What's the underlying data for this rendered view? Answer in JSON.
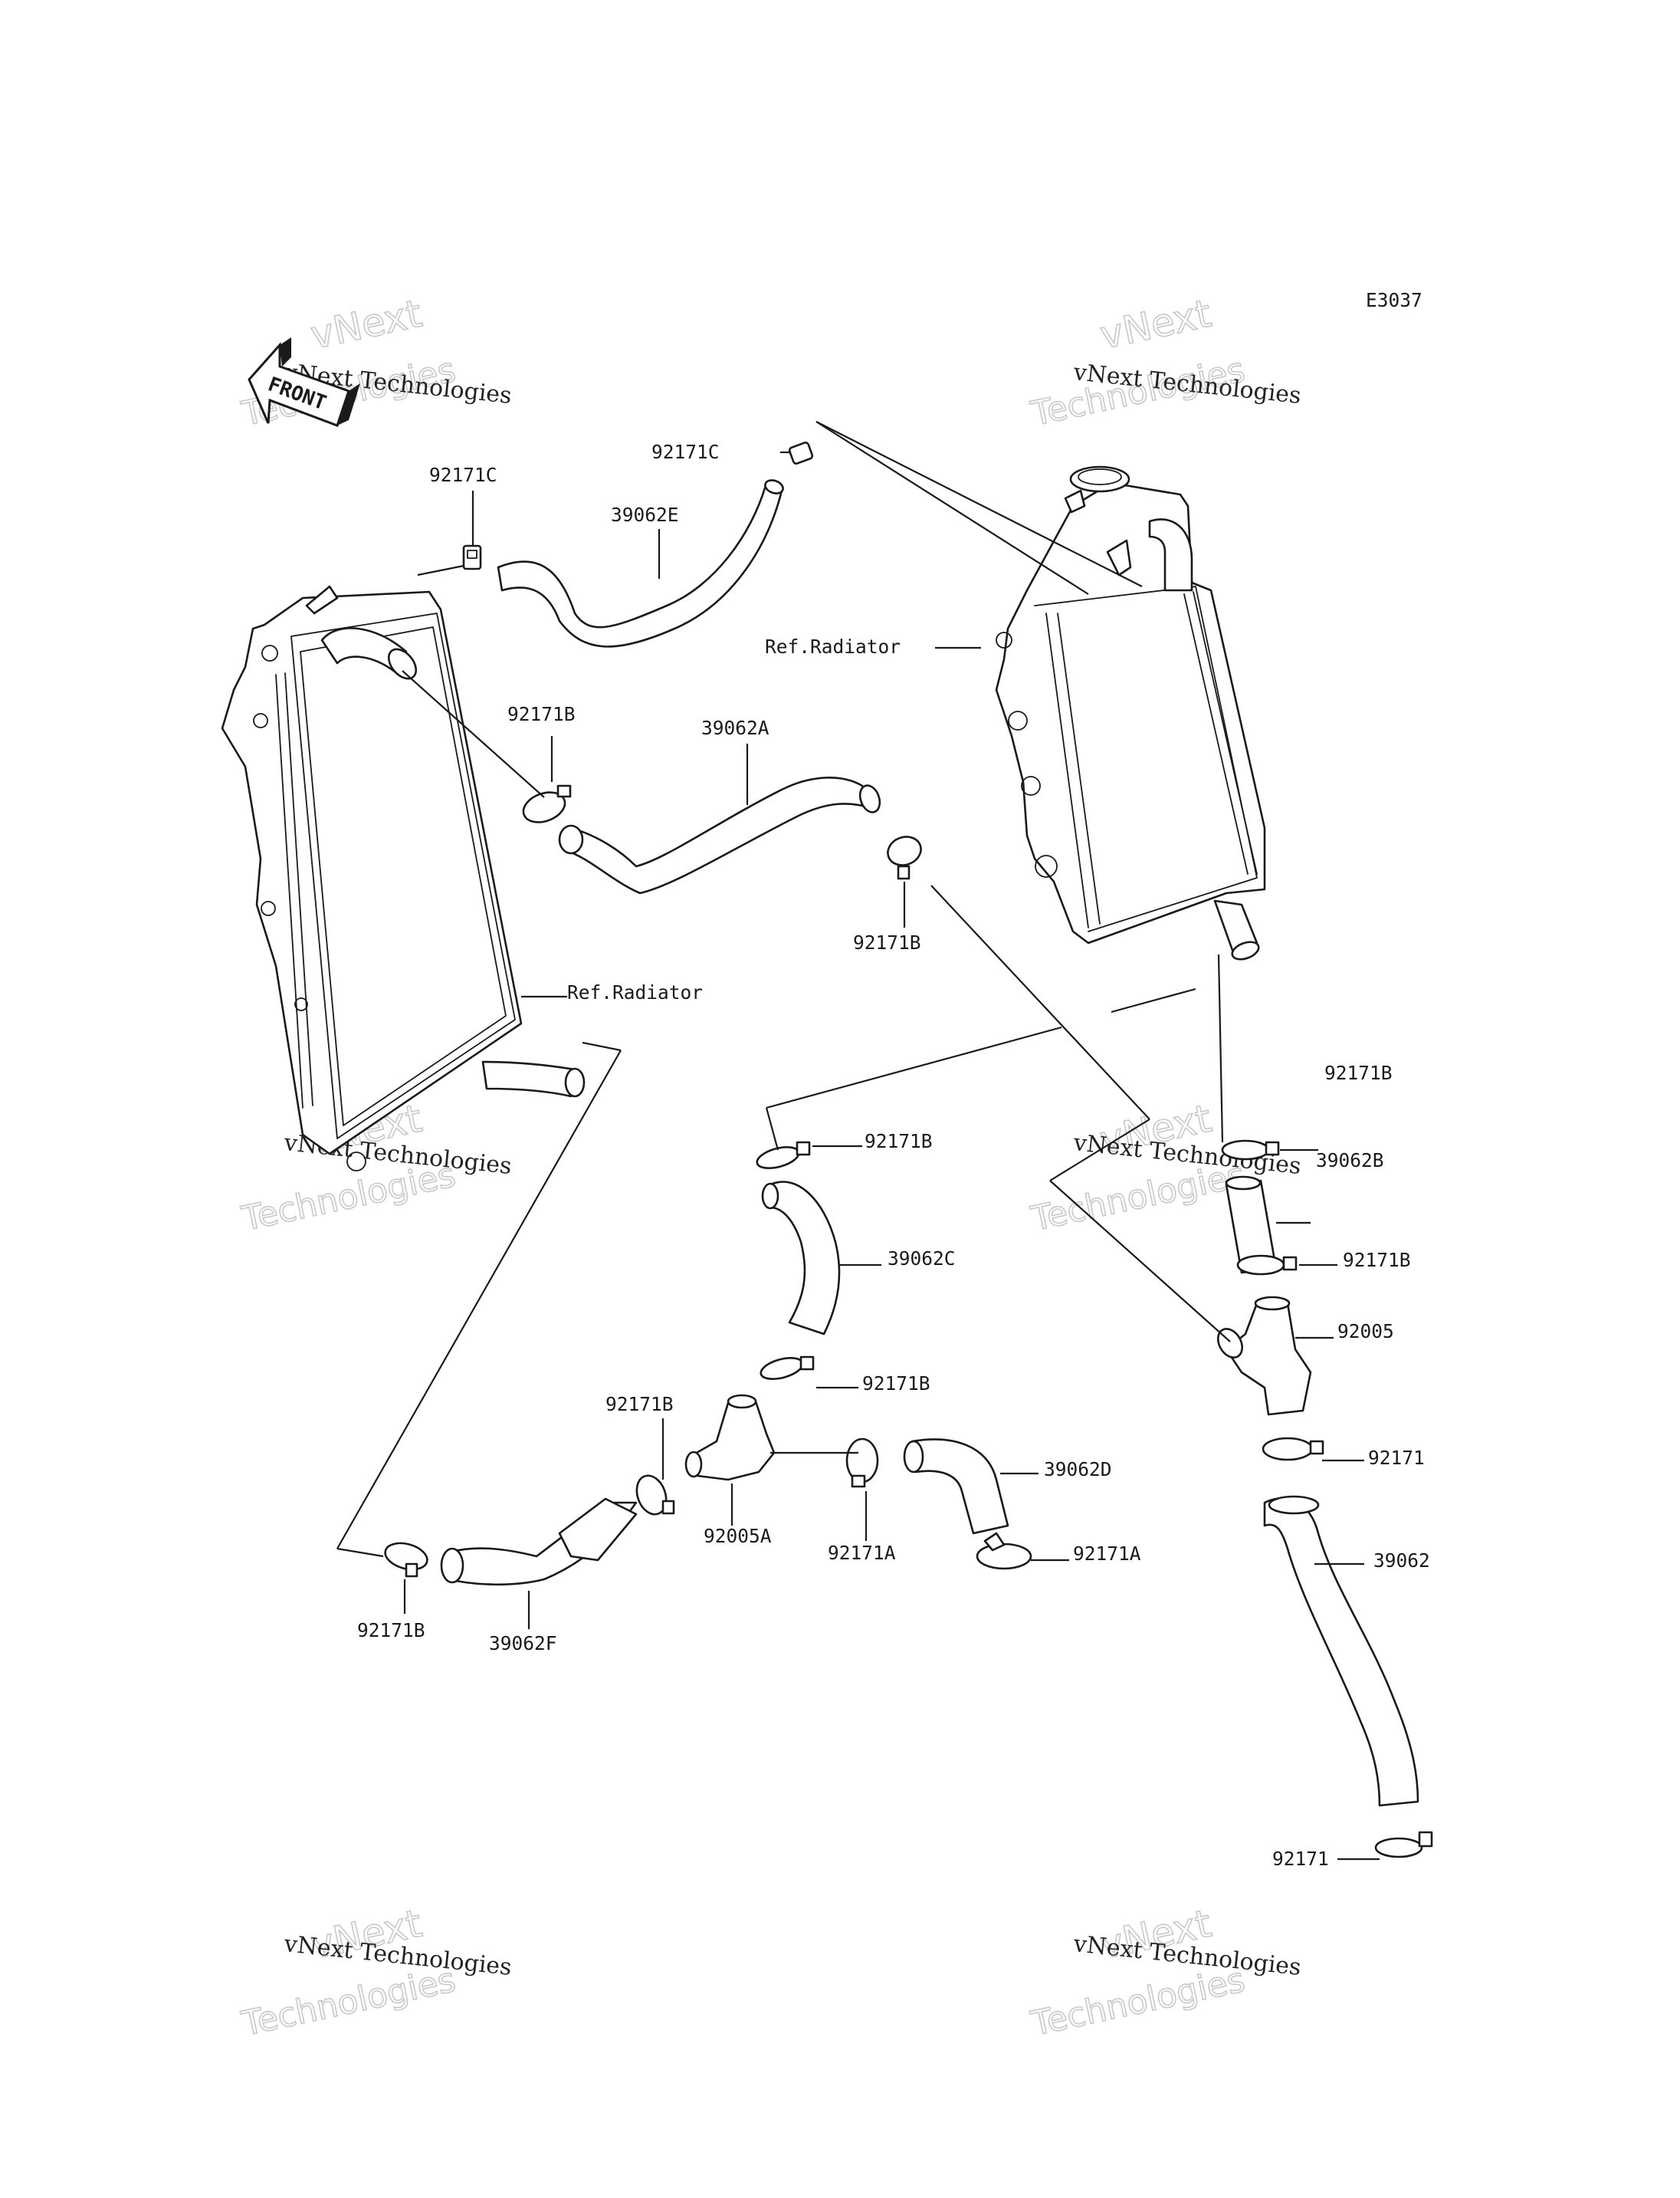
{
  "diagram_code": "E3037",
  "front_label": "FRONT",
  "watermark": {
    "line1": "vNext Technologies",
    "line2": "vNext",
    "line3": "Technologies"
  },
  "labels": {
    "p92171C_top_left": "92171C",
    "p39062E": "39062E",
    "p92171C_top_mid": "92171C",
    "ref_radiator_right": "Ref.Radiator",
    "p92171B_left": "92171B",
    "p39062A": "39062A",
    "p92171B_mid": "92171B",
    "ref_radiator_left": "Ref.Radiator",
    "p92171B_right_top": "92171B",
    "p92171B_center_top": "92171B",
    "p39062B": "39062B",
    "p39062C": "39062C",
    "p92171B_right_mid": "92171B",
    "p92005": "92005",
    "p92171B_center_mid": "92171B",
    "p92171B_lower_left": "92171B",
    "p92171_right": "92171",
    "p39062D": "39062D",
    "p92005A": "92005A",
    "p92171A_left": "92171A",
    "p92171A_right": "92171A",
    "p39062": "39062",
    "p92171B_bottom": "92171B",
    "p39062F": "39062F",
    "p92171_bottom": "92171"
  }
}
